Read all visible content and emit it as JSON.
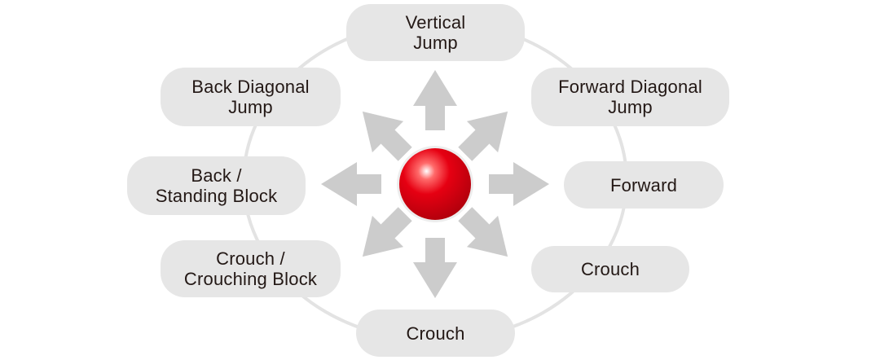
{
  "diagram": {
    "ball_color": "#e60012",
    "arrow_color": "#cccccc",
    "pill_color": "#e6e6e6",
    "ring_color": "#e3e3e3",
    "labels": {
      "up": "Vertical\nJump",
      "up_forward": "Forward Diagonal\nJump",
      "up_back": "Back Diagonal\nJump",
      "back": "Back /\nStanding Block",
      "forward": "Forward",
      "down_back": "Crouch /\nCrouching Block",
      "down_forward": "Crouch",
      "down": "Crouch"
    }
  }
}
